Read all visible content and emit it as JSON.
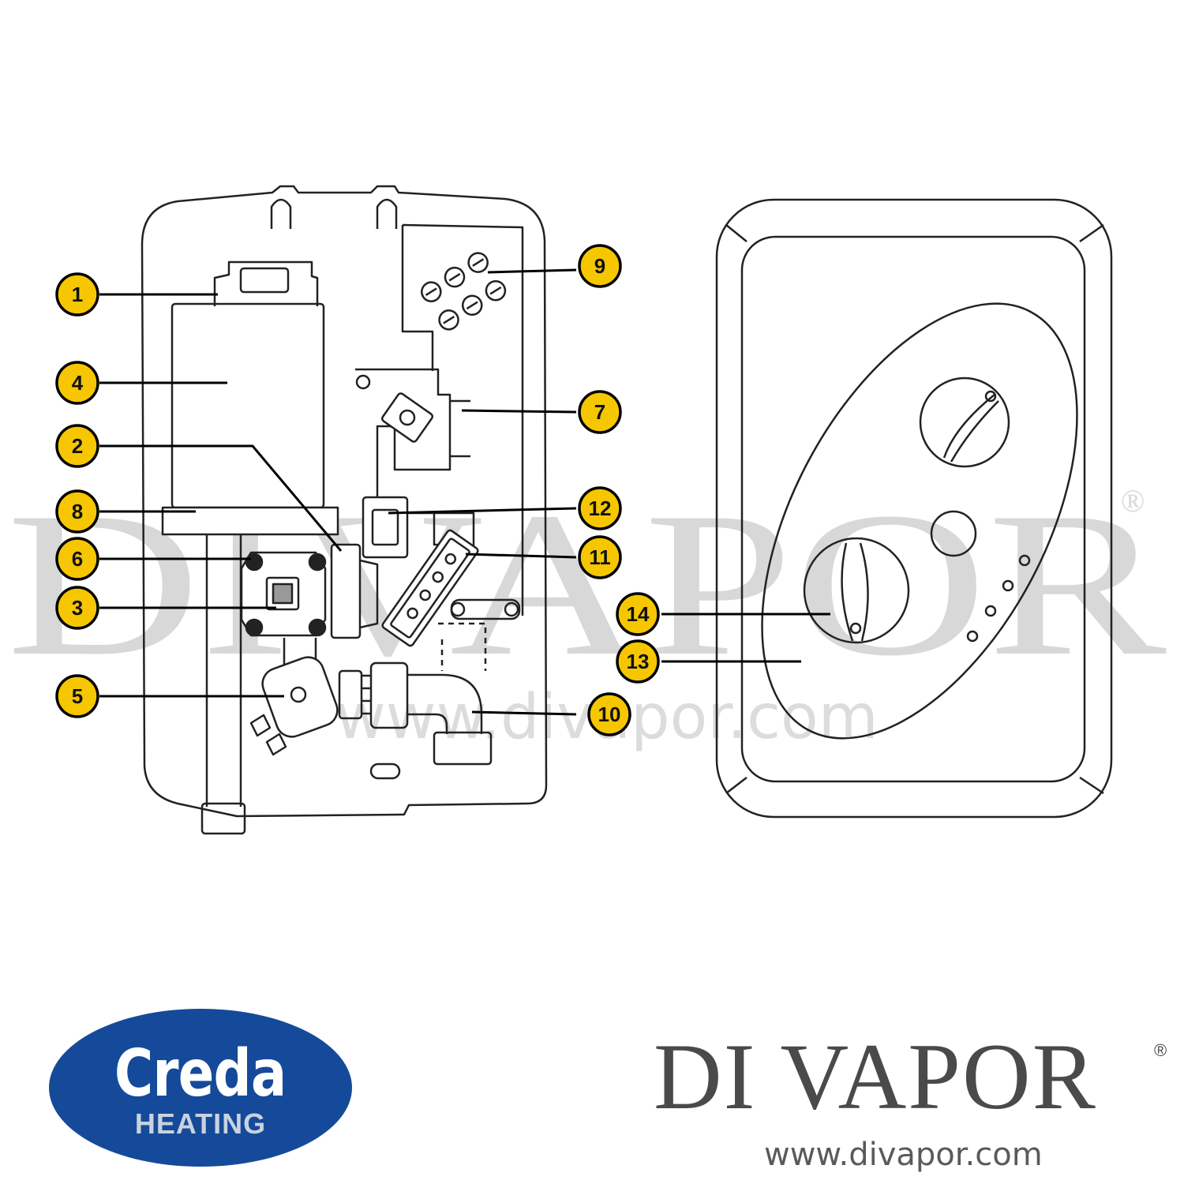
{
  "callouts": [
    {
      "label": "1"
    },
    {
      "label": "4"
    },
    {
      "label": "2"
    },
    {
      "label": "8"
    },
    {
      "label": "6"
    },
    {
      "label": "3"
    },
    {
      "label": "5"
    },
    {
      "label": "9"
    },
    {
      "label": "7"
    },
    {
      "label": "12"
    },
    {
      "label": "11"
    },
    {
      "label": "10"
    },
    {
      "label": "14"
    },
    {
      "label": "13"
    }
  ],
  "watermark": {
    "text": "DIVAPOR",
    "reg": "®",
    "url": "www.divapor.com"
  },
  "logo": {
    "name": "Creda",
    "sub": "HEATING",
    "bg_color": "#154a9a",
    "sub_color": "#c9d2de"
  },
  "brand": {
    "name": "DI VAPOR",
    "reg": "®",
    "url": "www.divapor.com"
  },
  "colors": {
    "callout_fill": "#f6c700",
    "line": "#000000"
  }
}
